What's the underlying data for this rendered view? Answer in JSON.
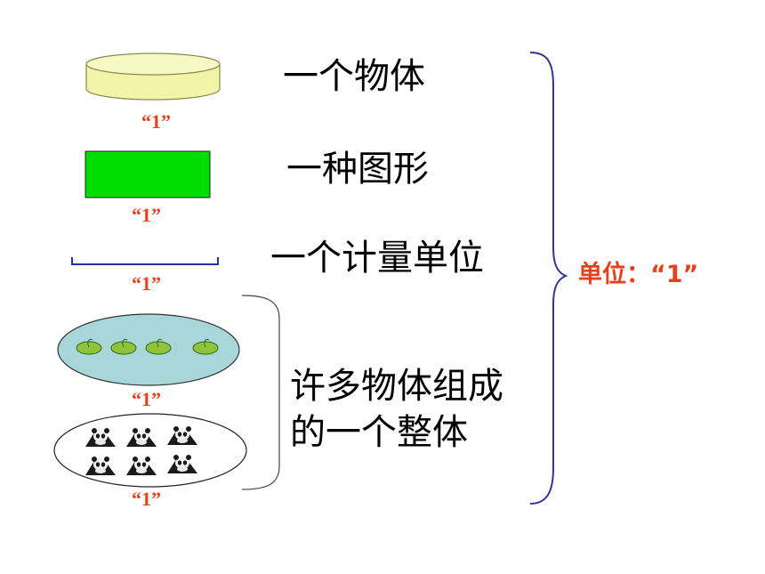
{
  "unit_label": "“1”",
  "items": [
    {
      "description": "一个物体"
    },
    {
      "description": "一种图形"
    },
    {
      "description": "一个计量单位"
    }
  ],
  "group_description_lines": [
    "许多物体组成",
    "的一个整体"
  ],
  "summary": {
    "prefix": "单位：",
    "value": "“1”"
  },
  "colors": {
    "accent_text": "#e8401c",
    "cylinder_fill": "#f2f5a8",
    "rectangle_fill": "#00dd00",
    "segment_line": "#2233aa",
    "brace": "#333399",
    "leaf_plate": "#a9d6d8",
    "leaf": "#8fc43a"
  }
}
